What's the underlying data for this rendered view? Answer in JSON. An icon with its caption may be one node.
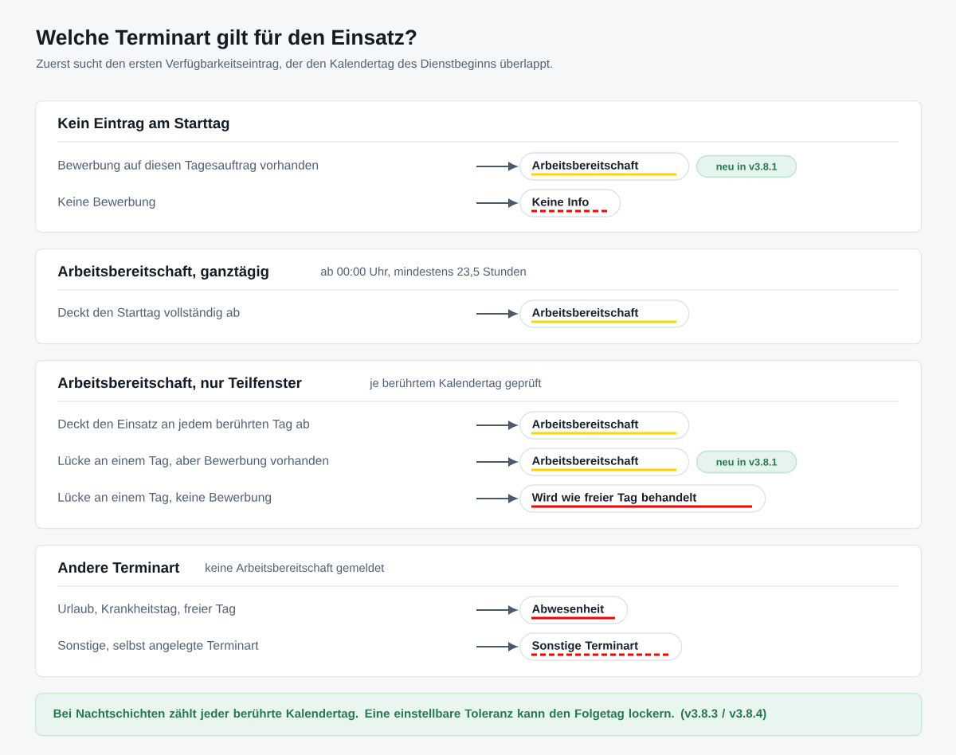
{
  "diagram": {
    "title": "Welche Terminart gilt für den Einsatz?",
    "nodes": [
      {
        "text": [
          "Kein Eintrag am Starttag"
        ]
      },
      {
        "text": [
          "Bewerbung auf diesen Tagesauftrag vorhanden"
        ],
        "in": 0
      },
      {
        "text": [
          "Arbeitsbereitschaft"
        ],
        "in": 0
      },
      {
        "text": [
          "neu in v3.8.1"
        ],
        "in": 0
      },
      {
        "text": [
          "Keine Bewerbung"
        ],
        "in": 0
      },
      {
        "text": [
          "Keine Info"
        ],
        "in": 0
      },
      {
        "text": [
          "Arbeitsbereitschaft, ganztägig",
          "ab 00:00 Uhr, mindestens 23,5 Stunden"
        ]
      },
      {
        "text": [
          "Deckt den Starttag vollständig ab"
        ],
        "in": 6
      },
      {
        "text": [
          "Arbeitsbereitschaft"
        ],
        "in": 6
      },
      {
        "text": [
          "Arbeitsbereitschaft, nur Teilfenster",
          "je berührtem Kalendertag geprüft"
        ]
      },
      {
        "text": [
          "Deckt den Einsatz an jedem berührten Tag ab"
        ],
        "in": 9
      },
      {
        "text": [
          "Arbeitsbereitschaft"
        ],
        "in": 9
      },
      {
        "text": [
          "Lücke an einem Tag, aber Bewerbung vorhanden"
        ],
        "in": 9
      },
      {
        "text": [
          "Arbeitsbereitschaft"
        ],
        "in": 9
      },
      {
        "text": [
          "neu in v3.8.1"
        ],
        "in": 9
      },
      {
        "text": [
          "Lücke an einem Tag, keine Bewerbung"
        ],
        "in": 9
      },
      {
        "text": [
          "Wird wie freier Tag behandelt"
        ],
        "in": 9
      },
      {
        "text": [
          "Andere Terminart",
          "keine Arbeitsbereitschaft gemeldet"
        ]
      },
      {
        "text": [
          "Urlaub, Krankheitstag, freier Tag"
        ],
        "in": 17
      },
      {
        "text": [
          "Abwesenheit"
        ],
        "in": 17
      },
      {
        "text": [
          "Sonstige, selbst angelegte Terminart"
        ],
        "in": 17
      },
      {
        "text": [
          "Sonstige Terminart"
        ],
        "in": 17
      },
      {
        "text": [
          "Bei Nachtschichten zählt jeder berührte Kalendertag. Eine einstellbare Toleranz kann den Folgetag lockern. (v3.8.3 / v3.8.4)"
        ]
      }
    ],
    "edges": [
      {
        "from": null,
        "to": 2,
        "arrow": "to"
      },
      {
        "from": null,
        "to": 5,
        "arrow": "to"
      },
      {
        "from": null,
        "to": 8,
        "arrow": "to"
      },
      {
        "from": null,
        "to": 11,
        "arrow": "to"
      },
      {
        "from": null,
        "to": 13,
        "arrow": "to"
      },
      {
        "from": null,
        "to": 16,
        "arrow": "to"
      },
      {
        "from": null,
        "to": 19,
        "arrow": "to"
      },
      {
        "from": null,
        "to": 21,
        "arrow": "to"
      }
    ],
    "labels": [
      "Zuerst sucht den ersten Verfügbarkeitseintrag, der den Kalendertag des Dienstbeginns überlappt."
    ]
  }
}
